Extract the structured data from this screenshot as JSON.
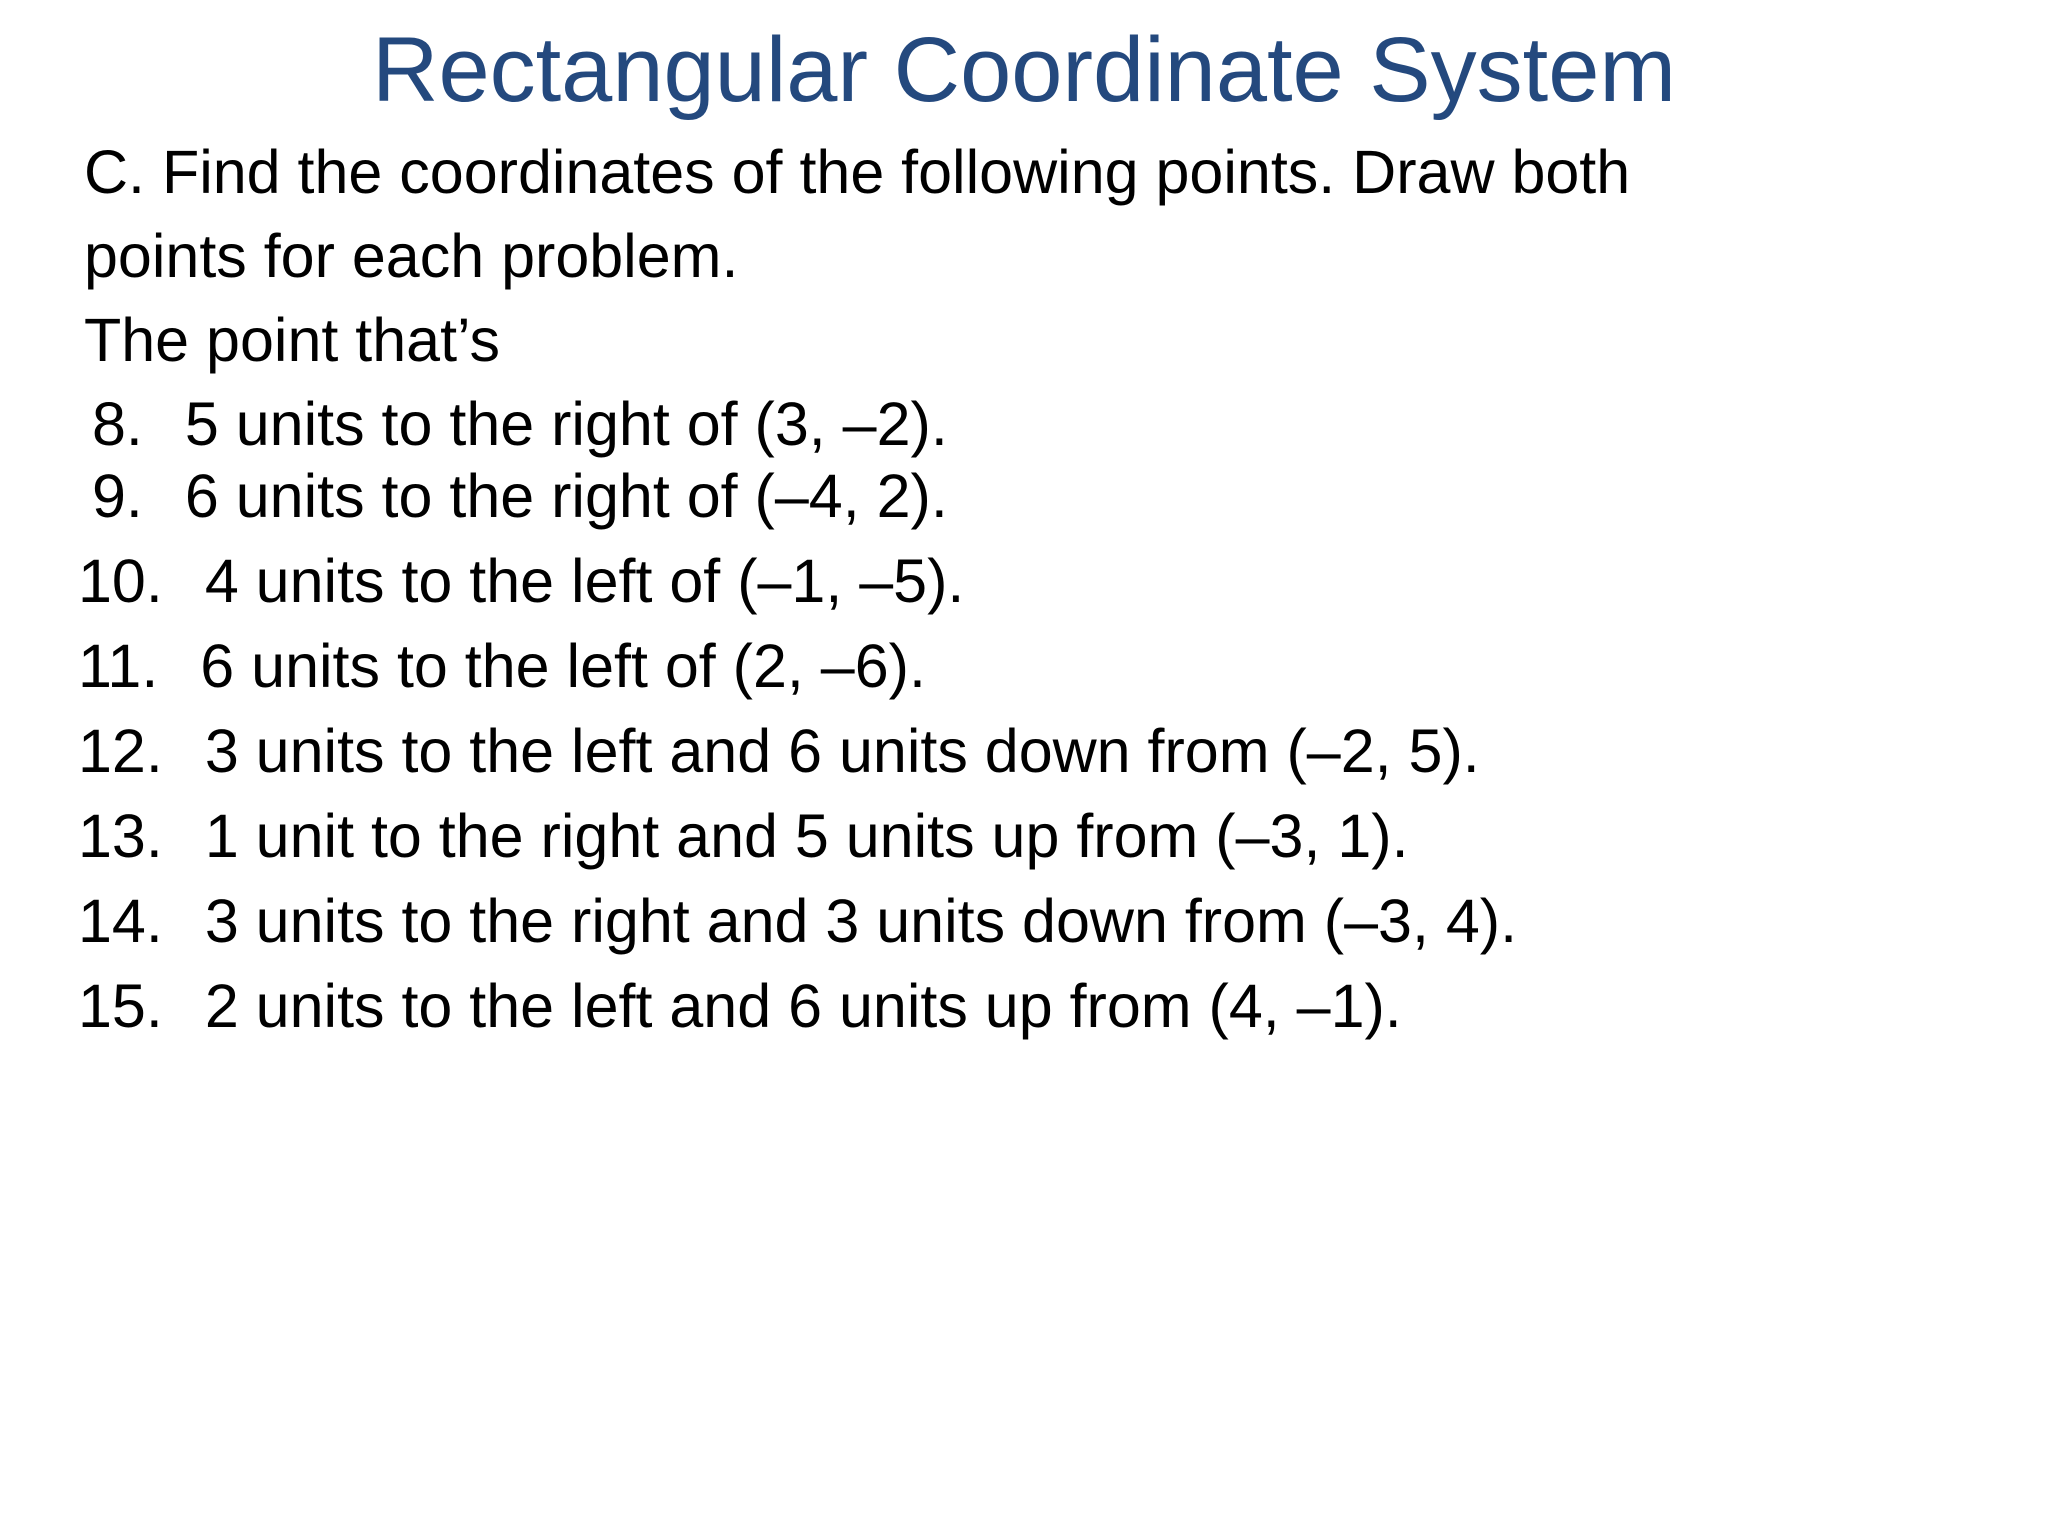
{
  "slide": {
    "title": "Rectangular Coordinate System",
    "intro": {
      "lines": [
        "C. Find the coordinates of the following points. Draw both",
        "points for each problem."
      ]
    },
    "lead_in": "The point that’s",
    "problems": [
      {
        "number": "8.",
        "text": "5 units to the right of (3, –2)."
      },
      {
        "number": "9.",
        "text": "6 units to the right of (–4, 2)."
      },
      {
        "number": "10.",
        "text": "4 units to the left of (–1, –5)."
      },
      {
        "number": "11.",
        "text": "6 units to the left of (2, –6)."
      },
      {
        "number": "12.",
        "text": "3 units to the left and 6 units down from (–2, 5)."
      },
      {
        "number": "13.",
        "text": "1 unit to the right and 5 units up from (–3, 1)."
      },
      {
        "number": "14.",
        "text": "3 units to the right and 3 units down from (–3, 4)."
      },
      {
        "number": "15.",
        "text": "2 units to the left and 6 units up from (4, –1)."
      }
    ],
    "colors": {
      "title": "#24497E",
      "body_text": "#000000",
      "background": "#FFFFFF"
    }
  }
}
